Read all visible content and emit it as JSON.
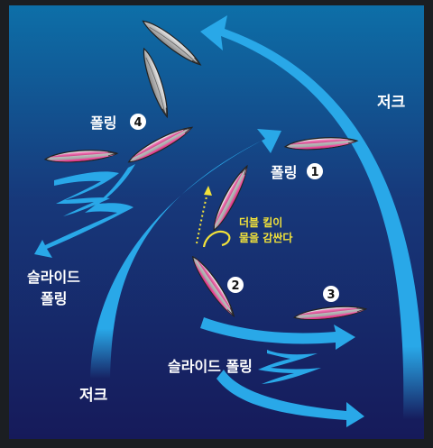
{
  "labels": {
    "jerk_right": "저크",
    "jerk_bottom": "저크",
    "falling_4": "폴링",
    "falling_1": "폴링",
    "slide_left_1": "슬라이드",
    "slide_left_2": "폴링",
    "slide_bottom": "슬라이드 폴링",
    "double_kill_1": "더블 킬이",
    "double_kill_2": "물을 감싼다"
  },
  "step_numbers": {
    "n1": "1",
    "n2": "2",
    "n3": "3",
    "n4": "4"
  },
  "colors": {
    "background_top": "#0d6fa8",
    "background_bottom": "#161a5a",
    "arrow": "#29a8e8",
    "lure_body": "#c9c9c9",
    "lure_belly": "#e8479a",
    "annotation": "#f2e23a",
    "text": "#ffffff"
  }
}
